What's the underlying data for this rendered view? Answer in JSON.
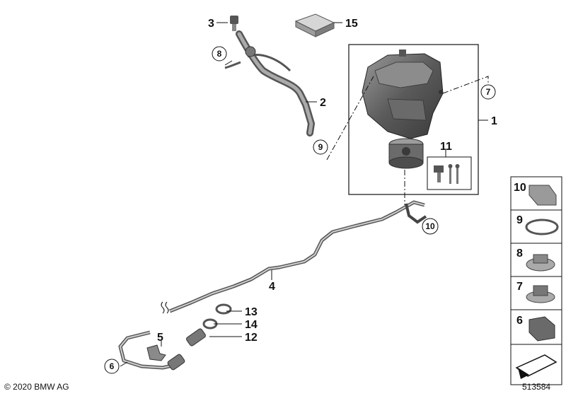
{
  "callouts": {
    "p1": "1",
    "p2": "2",
    "p3": "3",
    "p4": "4",
    "p5": "5",
    "p11": "11",
    "p12": "12",
    "p13": "13",
    "p14": "14",
    "p15": "15",
    "c6": "6",
    "c7": "7",
    "c8": "8",
    "c9": "9",
    "c10": "10"
  },
  "side_panel": [
    "10",
    "9",
    "8",
    "7",
    "6"
  ],
  "footer": {
    "copyright": "© 2020 BMW AG",
    "reference": "513584"
  },
  "colors": {
    "line": "#111111",
    "part_dark": "#4a4a4a",
    "part_mid": "#8a8a8a",
    "part_light": "#c9c9c9"
  }
}
